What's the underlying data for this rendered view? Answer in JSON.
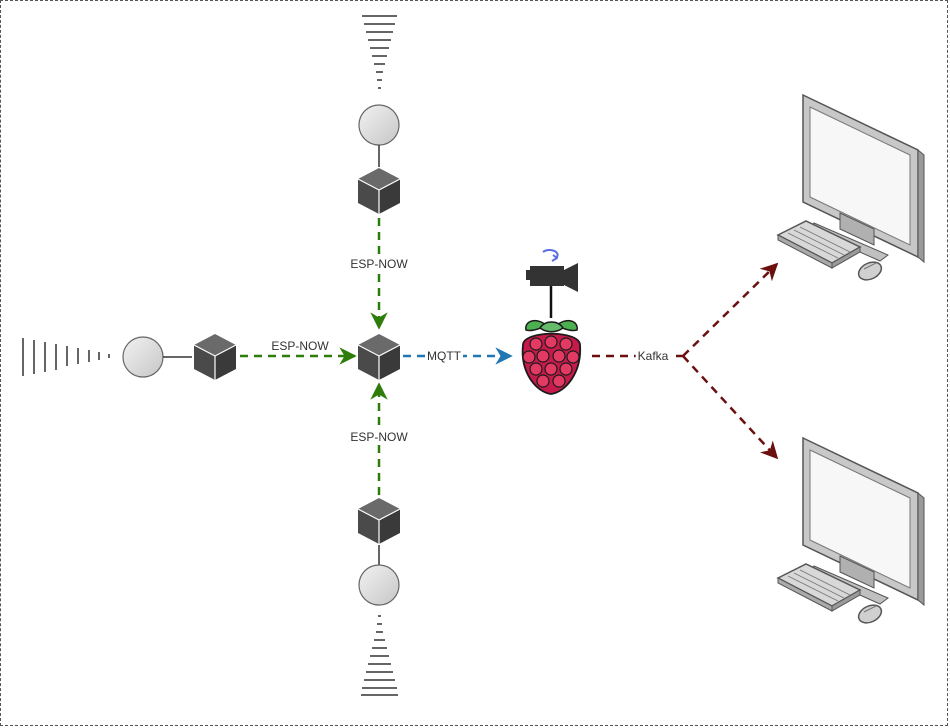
{
  "diagram": {
    "labels": {
      "esp_now_top": "ESP-NOW",
      "esp_now_left": "ESP-NOW",
      "esp_now_bottom": "ESP-NOW",
      "mqtt": "MQTT",
      "kafka": "Kafka"
    },
    "colors": {
      "esp_now_link": "#2e7d0a",
      "mqtt_link": "#1f77b4",
      "kafka_link": "#6b0f0f",
      "node_cube": "#4a4a4a",
      "sensor_ball": "#d9d9d9",
      "raspberry_body": "#c51a4a",
      "raspberry_leaves": "#4caf50",
      "camera_body": "#333333",
      "camera_rotate_icon": "#5b6ee1",
      "monitor_gray": "#bdbdbd"
    },
    "icons": [
      "sensor-signal-icon",
      "node-cube-icon",
      "raspberry-pi-icon",
      "camera-icon",
      "rotate-icon",
      "computer-icon"
    ]
  }
}
